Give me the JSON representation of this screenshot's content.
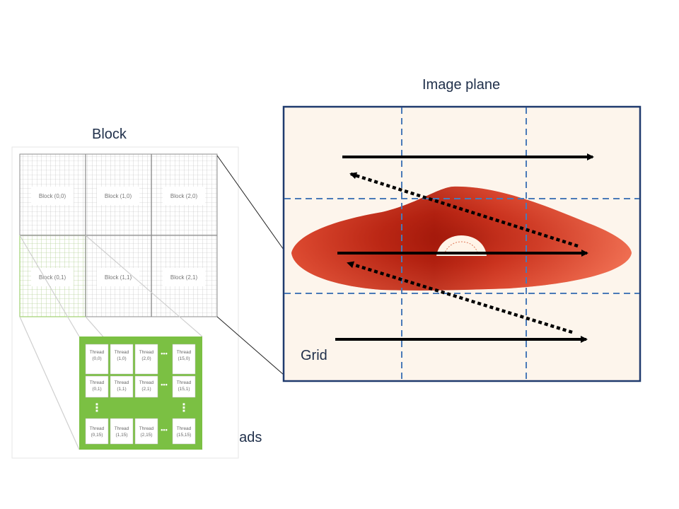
{
  "labels": {
    "image_plane": "Image plane",
    "block": "Block",
    "grid": "Grid",
    "threads": "Threads"
  },
  "blocks": [
    {
      "label": "Block (0,0)",
      "highlight": false
    },
    {
      "label": "Block (1,0)",
      "highlight": false
    },
    {
      "label": "Block (2,0)",
      "highlight": false
    },
    {
      "label": "Block (0,1)",
      "highlight": true
    },
    {
      "label": "Block (1,1)",
      "highlight": false
    },
    {
      "label": "Block (2,1)",
      "highlight": false
    }
  ],
  "threads": {
    "row0": [
      {
        "line1": "Thread",
        "line2": "(0,0)"
      },
      {
        "line1": "Thread",
        "line2": "(1,0)"
      },
      {
        "line1": "Thread",
        "line2": "(2,0)"
      },
      {
        "line1": "Thread",
        "line2": "(15,0)"
      }
    ],
    "row1": [
      {
        "line1": "Thread",
        "line2": "(0,1)"
      },
      {
        "line1": "Thread",
        "line2": "(1,1)"
      },
      {
        "line1": "Thread",
        "line2": "(2,1)"
      },
      {
        "line1": "Thread",
        "line2": "(15,1)"
      }
    ],
    "row2": [
      {
        "line1": "Thread",
        "line2": "(0,15)"
      },
      {
        "line1": "Thread",
        "line2": "(1,15)"
      },
      {
        "line1": "Thread",
        "line2": "(2,15)"
      },
      {
        "line1": "Thread",
        "line2": "(15,15)"
      }
    ],
    "ellipsis_h": "•••",
    "ellipsis_v": "⋮"
  },
  "colors": {
    "frame_border": "#1f3a6e",
    "image_background": "#fdf5ec",
    "dashed_grid": "#4a7ab8",
    "thread_green": "#7bc043",
    "highlight_green": "#a8d67a",
    "disk_dark": "#c0281a",
    "disk_light": "#f0664a"
  }
}
